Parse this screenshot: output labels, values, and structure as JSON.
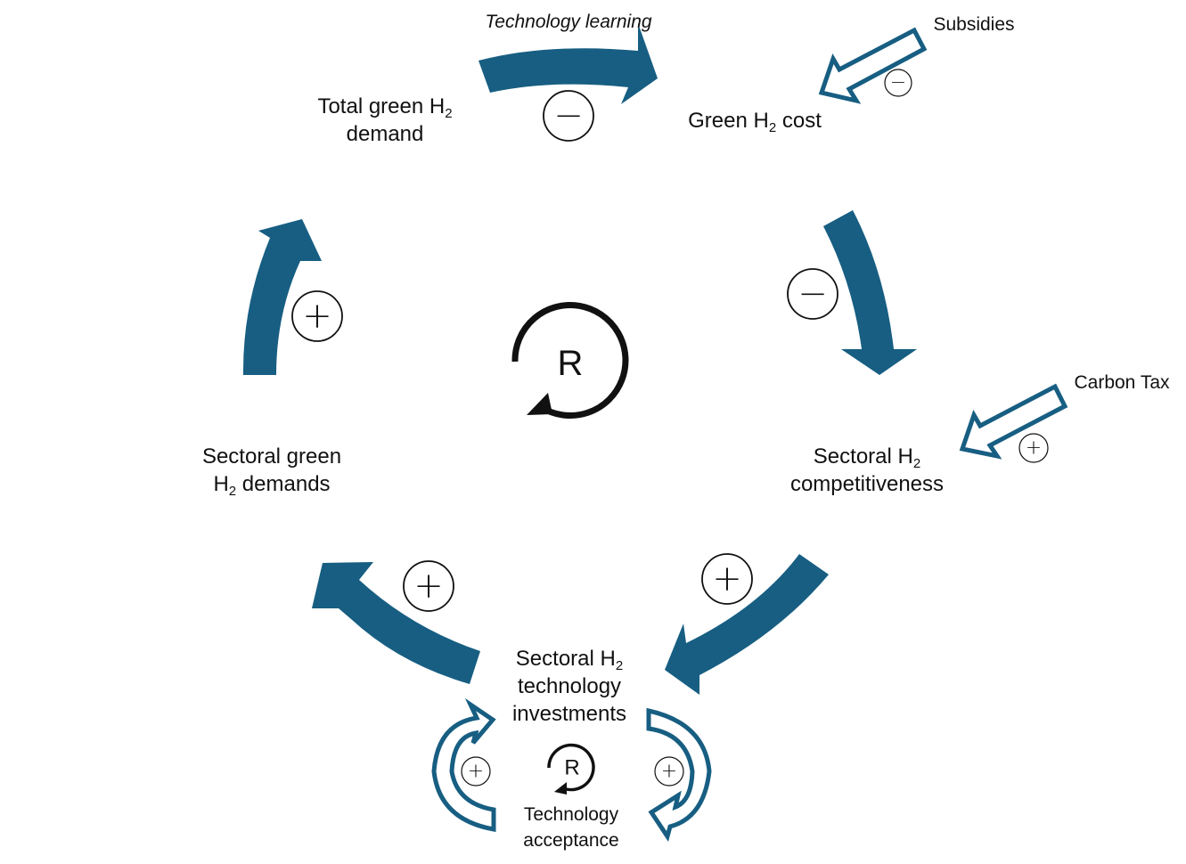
{
  "colors": {
    "arrow": "#175e82",
    "ink": "#111111",
    "background": "#ffffff"
  },
  "nodes": {
    "total_demand": {
      "line1": "Total green H",
      "sub1": "2",
      "line2": "demand"
    },
    "green_cost": {
      "pre": "Green H",
      "sub": "2",
      "post": " cost"
    },
    "competitiveness": {
      "line1": "Sectoral H",
      "sub1": "2",
      "line2": "competitiveness"
    },
    "investments": {
      "line1": "Sectoral H",
      "sub1": "2",
      "line2": "technology",
      "line3": "investments"
    },
    "sectoral_demands": {
      "line1": "Sectoral green",
      "pre2": "H",
      "sub2": "2",
      "post2": " demands"
    },
    "tech_acceptance": {
      "line1": "Technology",
      "line2": "acceptance"
    }
  },
  "labels": {
    "technology_learning": "Technology learning",
    "subsidies": "Subsidies",
    "carbon_tax": "Carbon Tax"
  },
  "loops": {
    "main": "R",
    "sub": "R"
  },
  "polarity": {
    "learning": "−",
    "cost_to_comp": "−",
    "comp_to_invest": "+",
    "invest_to_demands": "+",
    "demands_to_total": "+",
    "subsidies": "−",
    "carbon_tax": "+",
    "acceptance_left": "+",
    "acceptance_right": "+"
  }
}
